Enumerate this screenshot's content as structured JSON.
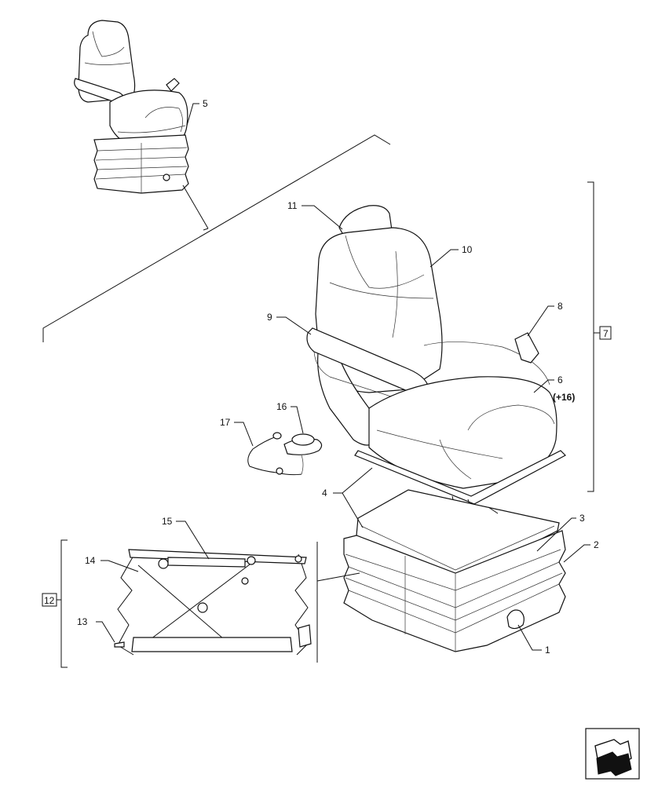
{
  "callouts": {
    "c1": "1",
    "c2": "2",
    "c3": "3",
    "c4": "4",
    "c5": "5",
    "c6": "6",
    "c6_note": "(+16)",
    "c8": "8",
    "c9": "9",
    "c10": "10",
    "c11": "11",
    "c13": "13",
    "c14": "14",
    "c15": "15",
    "c16": "16",
    "c17": "17"
  },
  "boxed_refs": {
    "r7": "7",
    "r12": "12"
  },
  "icons": {
    "nav": "next-page-arrow-icon"
  }
}
